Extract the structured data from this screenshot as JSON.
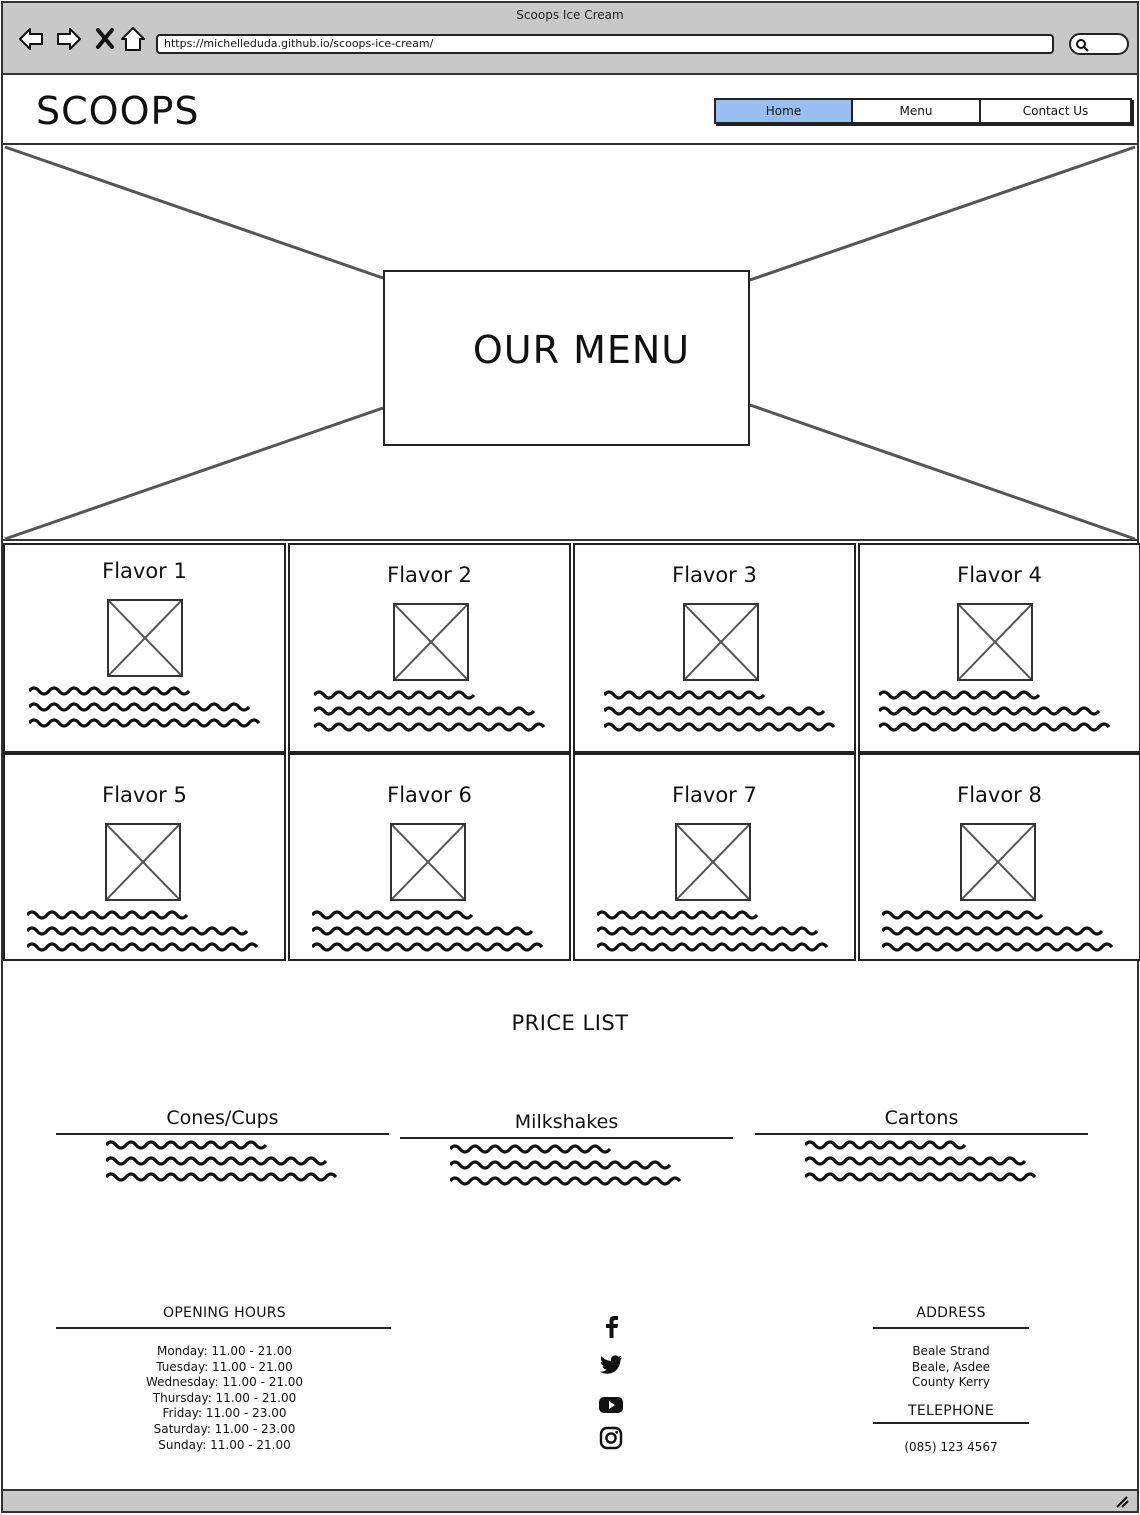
{
  "browser": {
    "window_title": "Scoops Ice Cream",
    "url": "https://michelleduda.github.io/scoops-ice-cream/"
  },
  "header": {
    "logo": "SCOOPS",
    "nav": [
      {
        "label": "Home",
        "active": true
      },
      {
        "label": "Menu",
        "active": false
      },
      {
        "label": "Contact Us",
        "active": false
      }
    ]
  },
  "hero": {
    "title": "OUR MENU"
  },
  "flavors": [
    {
      "name": "Flavor 1"
    },
    {
      "name": "Flavor 2"
    },
    {
      "name": "Flavor 3"
    },
    {
      "name": "Flavor 4"
    },
    {
      "name": "Flavor 5"
    },
    {
      "name": "Flavor 6"
    },
    {
      "name": "Flavor 7"
    },
    {
      "name": "Flavor 8"
    }
  ],
  "price_list": {
    "title": "PRICE LIST",
    "columns": [
      {
        "heading": "Cones/Cups"
      },
      {
        "heading": "Milkshakes"
      },
      {
        "heading": "Cartons"
      }
    ]
  },
  "footer": {
    "hours_heading": "OPENING HOURS",
    "hours": [
      "Monday: 11.00 - 21.00",
      "Tuesday: 11.00 - 21.00",
      "Wednesday: 11.00 - 21.00",
      "Thursday: 11.00 - 21.00",
      "Friday: 11.00 - 23.00",
      "Saturday: 11.00 - 23.00",
      "Sunday: 11.00 - 21.00"
    ],
    "social_icons": [
      "facebook-icon",
      "twitter-icon",
      "youtube-icon",
      "instagram-icon"
    ],
    "address_heading": "ADDRESS",
    "address_lines": [
      "Beale Strand",
      "Beale, Asdee",
      "County Kerry"
    ],
    "telephone_heading": "TELEPHONE",
    "telephone": "(085) 123 4567"
  },
  "colors": {
    "chrome": "#c8c8c8",
    "active_tab": "#99bff0",
    "ink": "#222222"
  }
}
